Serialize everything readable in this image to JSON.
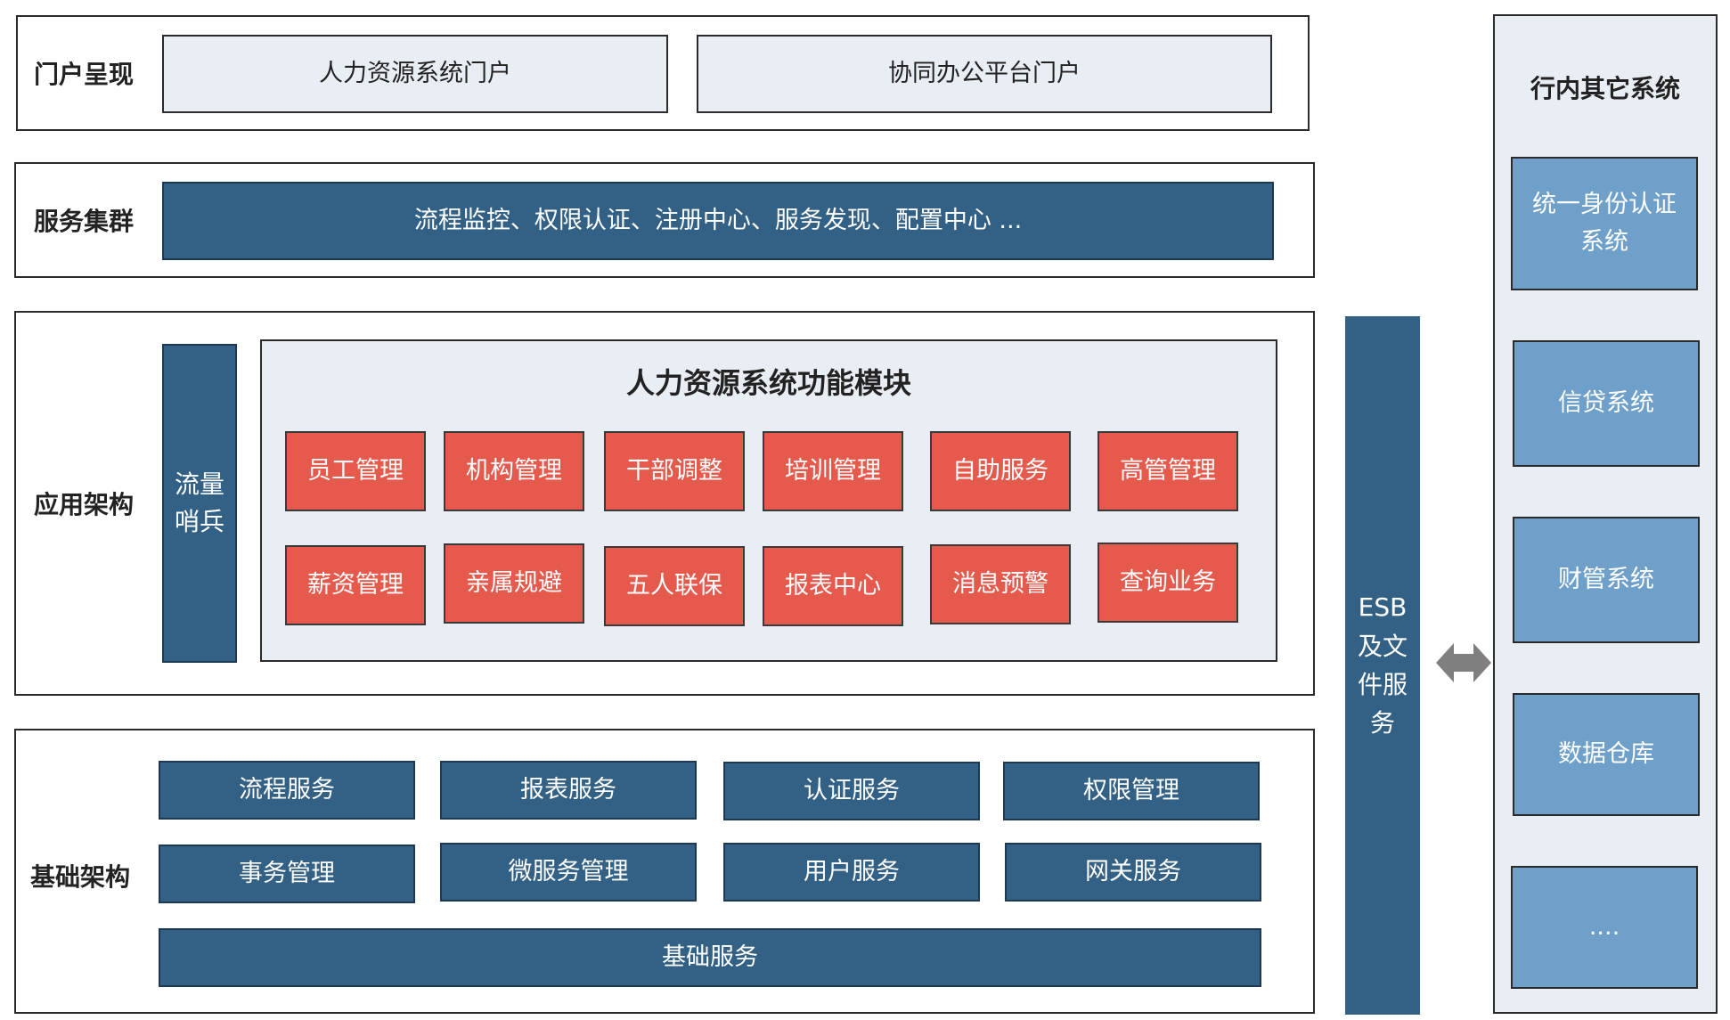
{
  "portal_layer": {
    "label": "门户呈现",
    "items": [
      "人力资源系统门户",
      "协同办公平台门户"
    ]
  },
  "service_cluster": {
    "label": "服务集群",
    "content": "流程监控、权限认证、注册中心、服务发现、配置中心 ..."
  },
  "app_architecture": {
    "label": "应用架构",
    "flow_sentinel": "流量\n哨兵",
    "modules_title": "人力资源系统功能模块",
    "modules": [
      "员工管理",
      "机构管理",
      "干部调整",
      "培训管理",
      "自助服务",
      "高管管理",
      "薪资管理",
      "亲属规避",
      "五人联保",
      "报表中心",
      "消息预警",
      "查询业务"
    ]
  },
  "base_architecture": {
    "label": "基础架构",
    "services": [
      "流程服务",
      "报表服务",
      "认证服务",
      "权限管理",
      "事务管理",
      "微服务管理",
      "用户服务",
      "网关服务"
    ],
    "base_service": "基础服务"
  },
  "esb": {
    "label": "ESB\n及文\n件服\n务"
  },
  "connector": {
    "icon": "double-arrow-icon",
    "color": "#7f7f7f"
  },
  "other_systems": {
    "title": "行内其它系统",
    "items": [
      "统一身份认证\n系统",
      "信贷系统",
      "财管系统",
      "数据仓库",
      "...."
    ]
  },
  "colors": {
    "dark_blue": "#336185",
    "red": "#e55a4c",
    "light_blue": "#6fa0c9",
    "panel": "#e9edf4"
  }
}
